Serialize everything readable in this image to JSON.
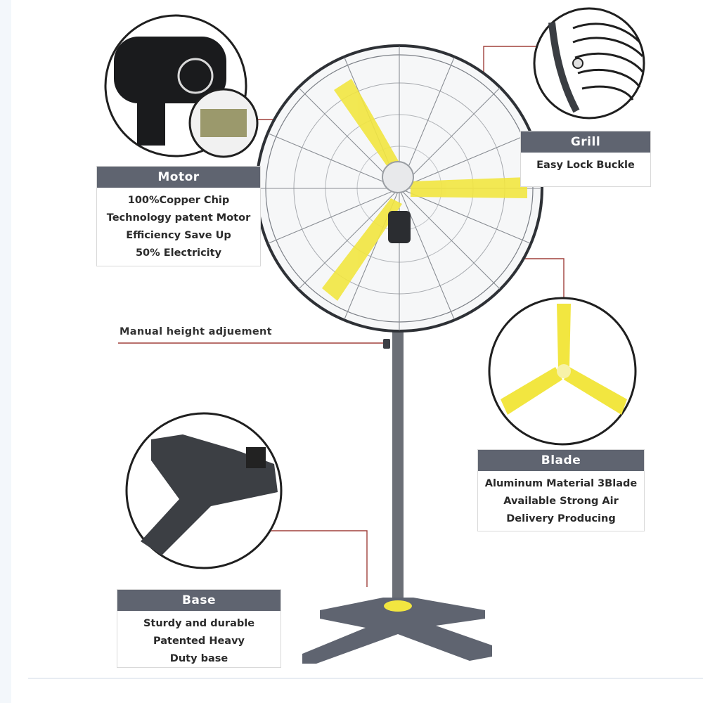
{
  "callouts": {
    "motor": {
      "title": "Motor",
      "lines": [
        "100%Copper Chip",
        "Technology patent Motor",
        "Efficiency Save Up",
        "50% Electricity"
      ]
    },
    "grill": {
      "title": "Grill",
      "lines": [
        "Easy Lock Buckle"
      ]
    },
    "blade": {
      "title": "Blade",
      "lines": [
        "Aluminum Material 3Blade",
        "Available Strong Air",
        "Delivery Producing"
      ]
    },
    "base": {
      "title": "Base",
      "lines": [
        "Sturdy and durable",
        "Patented Heavy",
        "Duty base"
      ]
    }
  },
  "height_adjustment": {
    "label": "Manual height adjuement"
  },
  "colors": {
    "label_header": "#5f6470",
    "blade_yellow": "#f2e640",
    "stand_gray": "#6b6f76",
    "leader_line": "#a0403c"
  }
}
